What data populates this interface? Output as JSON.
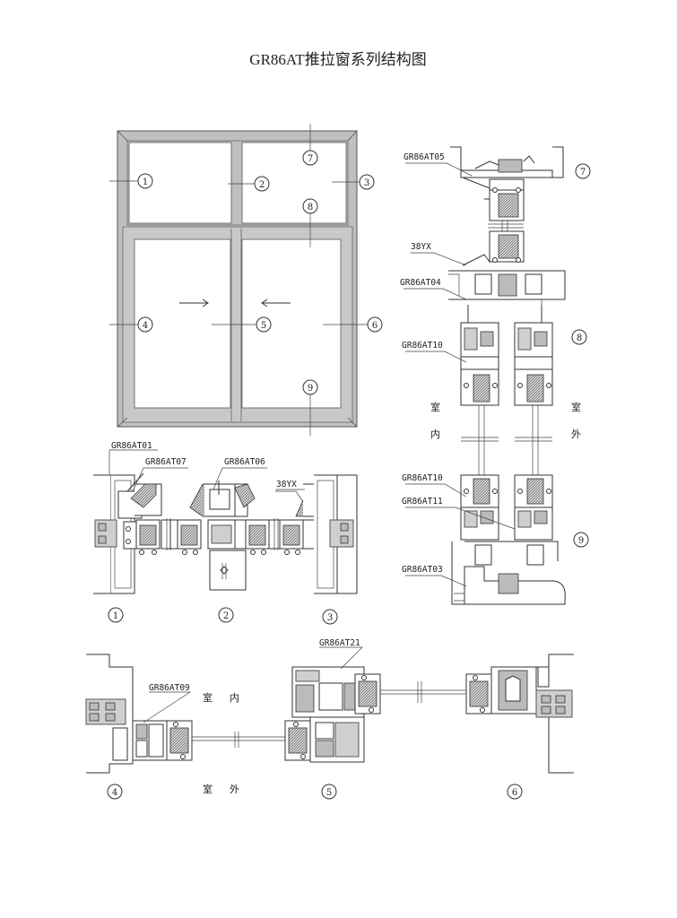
{
  "title": "GR86AT推拉窗系列结构图",
  "markers": {
    "m1": "1",
    "m2": "2",
    "m3": "3",
    "m4": "4",
    "m5": "5",
    "m6": "6",
    "m7": "7",
    "m8": "8",
    "m9": "9"
  },
  "side_labels": {
    "inside_1": "室",
    "inside_2": "内",
    "outside_1": "室",
    "outside_2": "外"
  },
  "section_123": {
    "part_a": "GR86AT01",
    "part_b": "GR86AT07",
    "part_c": "GR86AT06",
    "part_d": "38YX",
    "marker_1": "1",
    "marker_2": "2",
    "marker_3": "3"
  },
  "section_vertical": {
    "part_a": "GR86AT05",
    "part_b": "38YX",
    "part_c": "GR86AT04",
    "part_d": "GR86AT10",
    "part_e": "GR86AT10",
    "part_f": "GR86AT11",
    "part_g": "GR86AT03",
    "marker_7": "7",
    "marker_8": "8",
    "marker_9": "9"
  },
  "section_456": {
    "part_a": "GR86AT21",
    "part_b": "GR86AT09",
    "inside_1": "室",
    "inside_2": "内",
    "outside_1": "室",
    "outside_2": "外",
    "marker_4": "4",
    "marker_5": "5",
    "marker_6": "6"
  }
}
